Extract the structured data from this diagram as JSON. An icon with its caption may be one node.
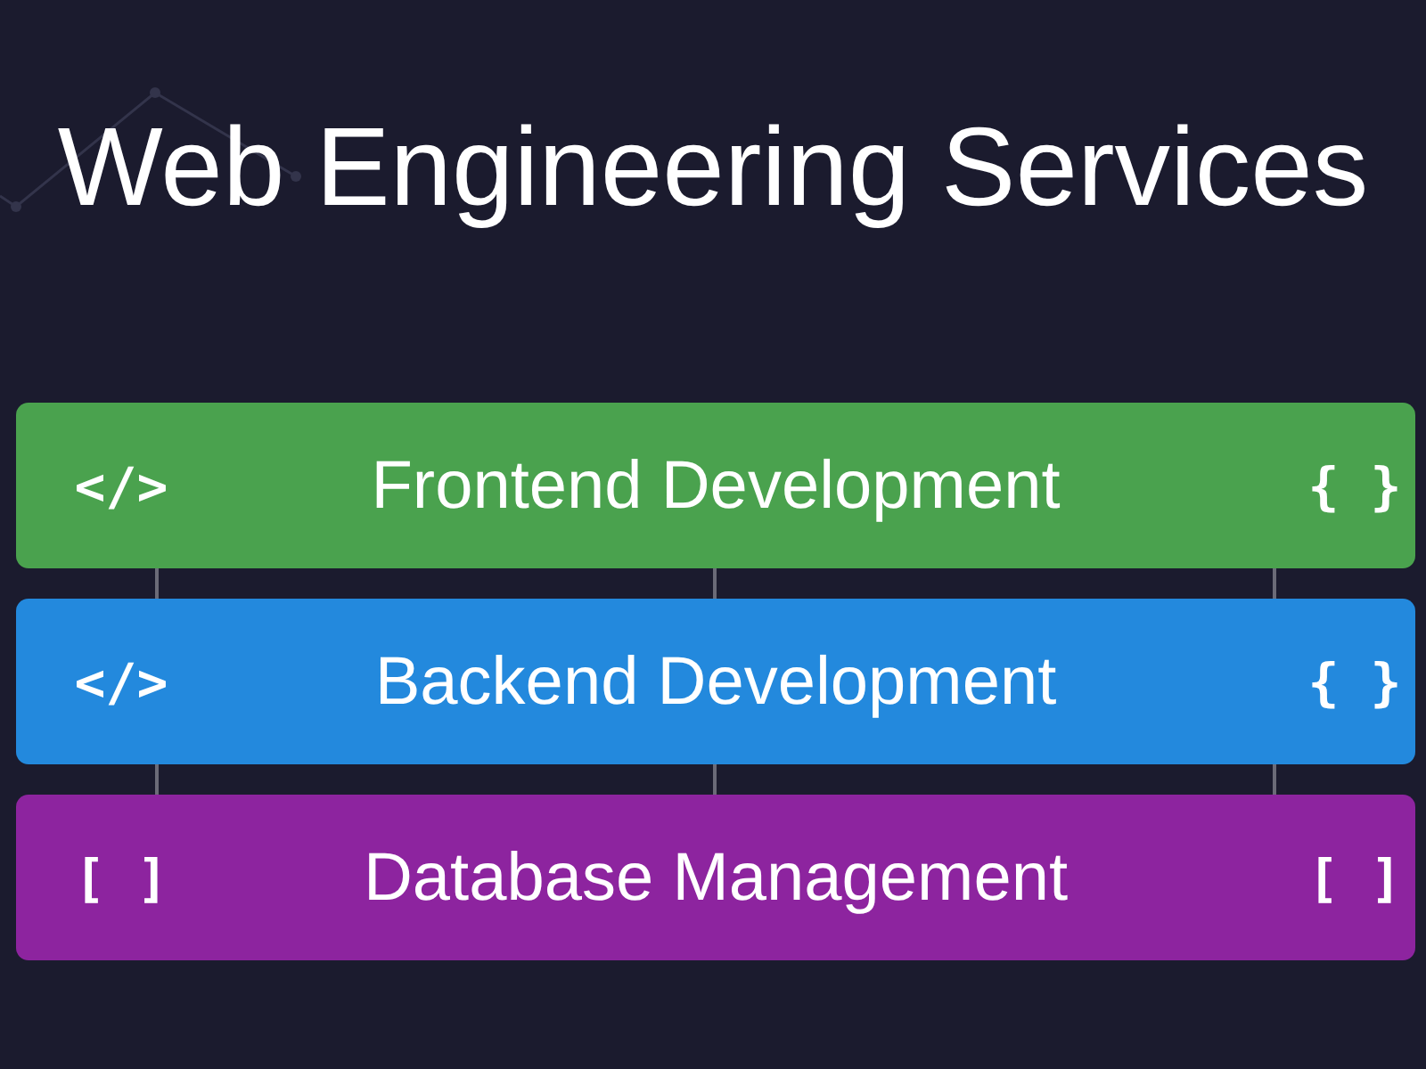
{
  "diagram": {
    "title": "Web Engineering Services",
    "nodes": [
      {
        "text": [
          "</>",
          "Frontend Development",
          "{ }"
        ]
      },
      {
        "text": [
          "</>",
          "Backend Development",
          "{ }"
        ]
      },
      {
        "text": [
          "[ ]",
          "Database Management",
          "[ ]"
        ]
      }
    ],
    "edges": [
      {
        "from": 0,
        "to": 1,
        "arrow": "none"
      },
      {
        "from": 0,
        "to": 1,
        "arrow": "none"
      },
      {
        "from": 0,
        "to": 1,
        "arrow": "none"
      },
      {
        "from": 1,
        "to": 2,
        "arrow": "none"
      },
      {
        "from": 1,
        "to": 2,
        "arrow": "none"
      },
      {
        "from": 1,
        "to": 2,
        "arrow": "none"
      }
    ]
  }
}
